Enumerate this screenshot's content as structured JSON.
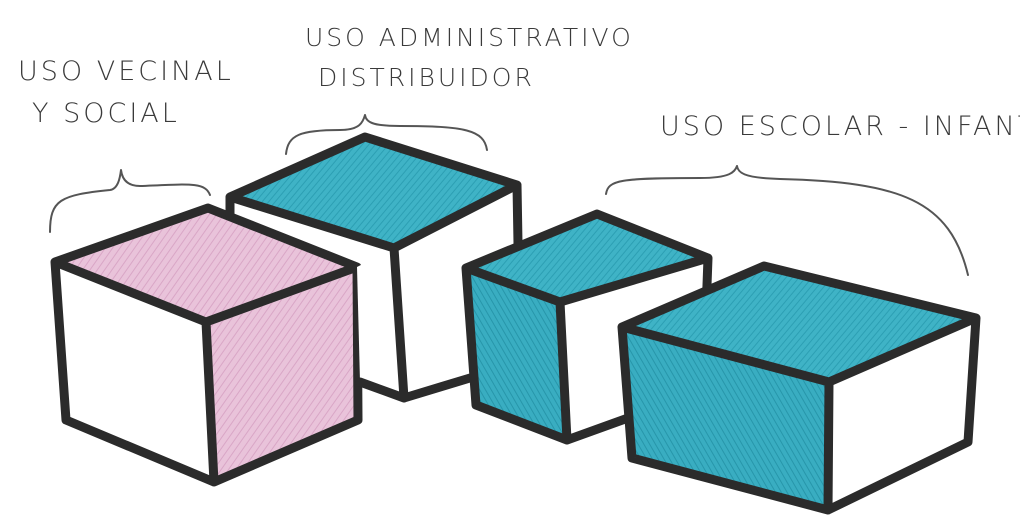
{
  "labels": {
    "vecinal_line1": "USO VECINAL",
    "vecinal_line2": "Y SOCIAL",
    "admin_line1": "USO ADMINISTRATIVO",
    "admin_line2": "DISTRIBUIDOR",
    "escolar": "USO ESCOLAR - INFANTIL"
  },
  "colors": {
    "pink": "#e6bdd6",
    "teal": "#3fb3c6",
    "teal_dark": "#2aa2b5",
    "white": "#ffffff",
    "ink": "#2b2b2b"
  }
}
